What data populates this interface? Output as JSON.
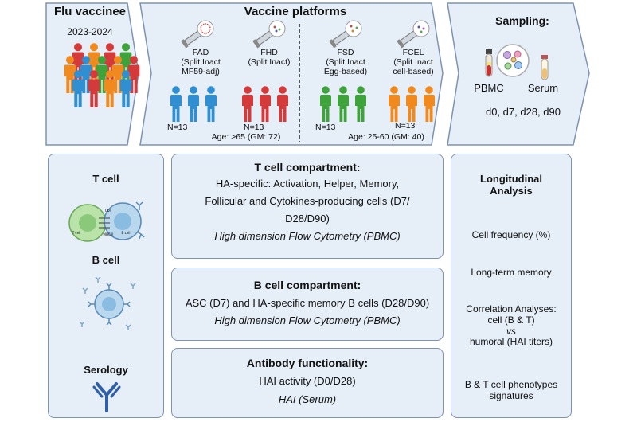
{
  "colors": {
    "panel_fill": "#e6eef8",
    "panel_border": "#7d93b3",
    "fad_blue": "#2f8fd0",
    "fhd_red": "#d53a3a",
    "fsd_green": "#3fa33c",
    "fcel_orange": "#f08a1e"
  },
  "top": {
    "flu_vaccinee": {
      "title": "Flu vaccinee",
      "season": "2023-2024"
    },
    "platforms": {
      "title": "Vaccine platforms",
      "groups": [
        {
          "name": "FAD",
          "desc": [
            "(Split Inact",
            "MF59-adj)"
          ],
          "n": "N=13"
        },
        {
          "name": "FHD",
          "desc": [
            "(Split Inact)"
          ],
          "n": "N=13"
        },
        {
          "name": "FSD",
          "desc": [
            "(Split Inact",
            "Egg-based)"
          ],
          "n": "N=13"
        },
        {
          "name": "FCEL",
          "desc": [
            "(Split Inact",
            "cell-based)"
          ],
          "n": "N=13"
        }
      ],
      "age_older": "Age: >65 (GM: 72)",
      "age_younger": "Age: 25-60 (GM: 40)"
    },
    "sampling": {
      "title": "Sampling:",
      "pbmc": "PBMC",
      "serum": "Serum",
      "days": "d0, d7, d28, d90"
    }
  },
  "left_panel": {
    "t_cell": "T cell",
    "b_cell": "B cell",
    "serology": "Serology",
    "diagram_labels": {
      "cd4": "CD4",
      "mhc": "MHC II",
      "tcell": "T cell",
      "bcell": "B cell"
    }
  },
  "middle": {
    "t_cell_comp": {
      "title": "T cell compartment:",
      "lines": [
        "HA-specific: Activation, Helper, Memory,",
        "Follicular and Cytokines-producing cells (D7/",
        "D28/D90)"
      ],
      "method": "High dimension Flow Cytometry (PBMC)"
    },
    "b_cell_comp": {
      "title": "B cell compartment:",
      "line": "ASC (D7) and HA-specific memory B cells (D28/D90)",
      "method": "High dimension Flow Cytometry (PBMC)"
    },
    "antibody": {
      "title": "Antibody functionality:",
      "line": "HAI activity (D0/D28)",
      "method": "HAI (Serum)"
    }
  },
  "right_panel": {
    "title": [
      "Longitudinal",
      "Analysis"
    ],
    "items": [
      "Cell frequency (%)",
      "Long-term memory"
    ],
    "correlation": {
      "line1": "Correlation Analyses:",
      "line2": "cell (B & T)",
      "vs": "vs",
      "line3": "humoral (HAI titers)"
    },
    "signatures": [
      "B & T cell phenotypes",
      "signatures"
    ]
  }
}
